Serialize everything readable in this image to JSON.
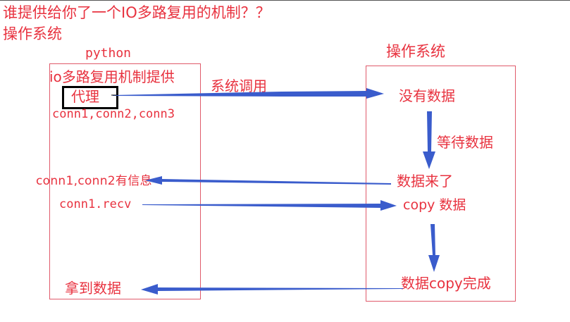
{
  "colors": {
    "text": "#e8323f",
    "box_border": "#e05a6a",
    "arrow": "#3a5ccc",
    "agent_border": "#000000"
  },
  "header": {
    "question": "谁提供给你了一个IO多路复用的机制？？",
    "answer": "操作系统"
  },
  "left": {
    "title": "python",
    "mechanism": "io多路复用机制提供",
    "agent": "代理",
    "connections": "conn1,conn2,conn3",
    "info": "conn1,conn2有信息",
    "recv": "conn1.recv",
    "got_data": "拿到数据"
  },
  "right": {
    "title": "操作系统",
    "no_data": "没有数据",
    "wait_data": "等待数据",
    "data_arrived": "数据来了",
    "copy_data": "copy 数据",
    "copy_done": "数据copy完成"
  },
  "arrows": {
    "syscall": "系统调用"
  }
}
